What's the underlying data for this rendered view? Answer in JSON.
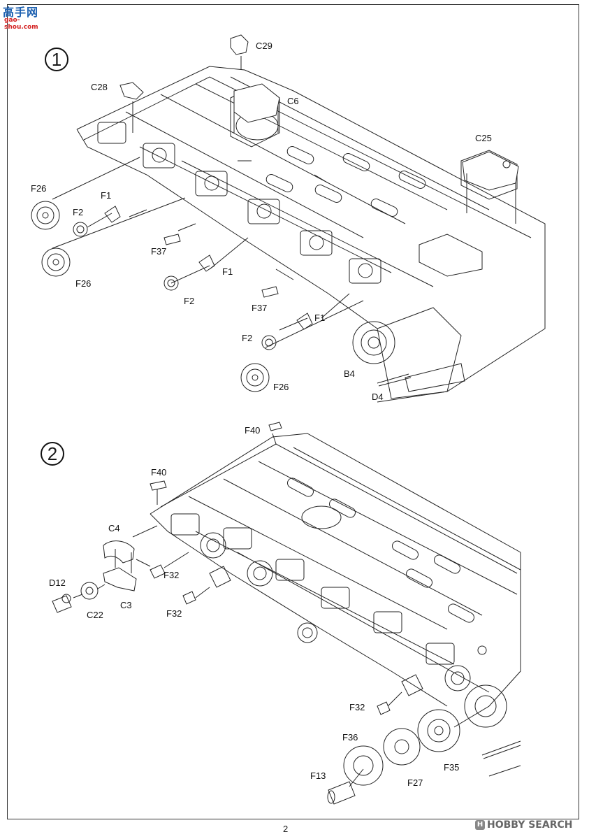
{
  "watermark_top": {
    "cn": "高手网",
    "url": "gao-shou.com"
  },
  "steps": [
    {
      "number": "1"
    },
    {
      "number": "2"
    }
  ],
  "step1_labels": {
    "c29": "C29",
    "c28": "C28",
    "c6": "C6",
    "c25": "C25",
    "f26_a": "F26",
    "f1_a": "F1",
    "f2_a": "F2",
    "f26_b": "F26",
    "f37_a": "F37",
    "f1_b": "F1",
    "f2_b": "F2",
    "f37_b": "F37",
    "f1_c": "F1",
    "f2_c": "F2",
    "b4": "B4",
    "f26_c": "F26",
    "d4": "D4"
  },
  "step2_labels": {
    "f40_a": "F40",
    "f40_b": "F40",
    "c4": "C4",
    "f32_a": "F32",
    "d12": "D12",
    "c22": "C22",
    "c3": "C3",
    "f32_b": "F32",
    "f32_c": "F32",
    "f36": "F36",
    "f13": "F13",
    "f27": "F27",
    "f35": "F35"
  },
  "footer": {
    "page_number": "2",
    "watermark": "HOBBY SEARCH",
    "watermark_logo": "H"
  }
}
